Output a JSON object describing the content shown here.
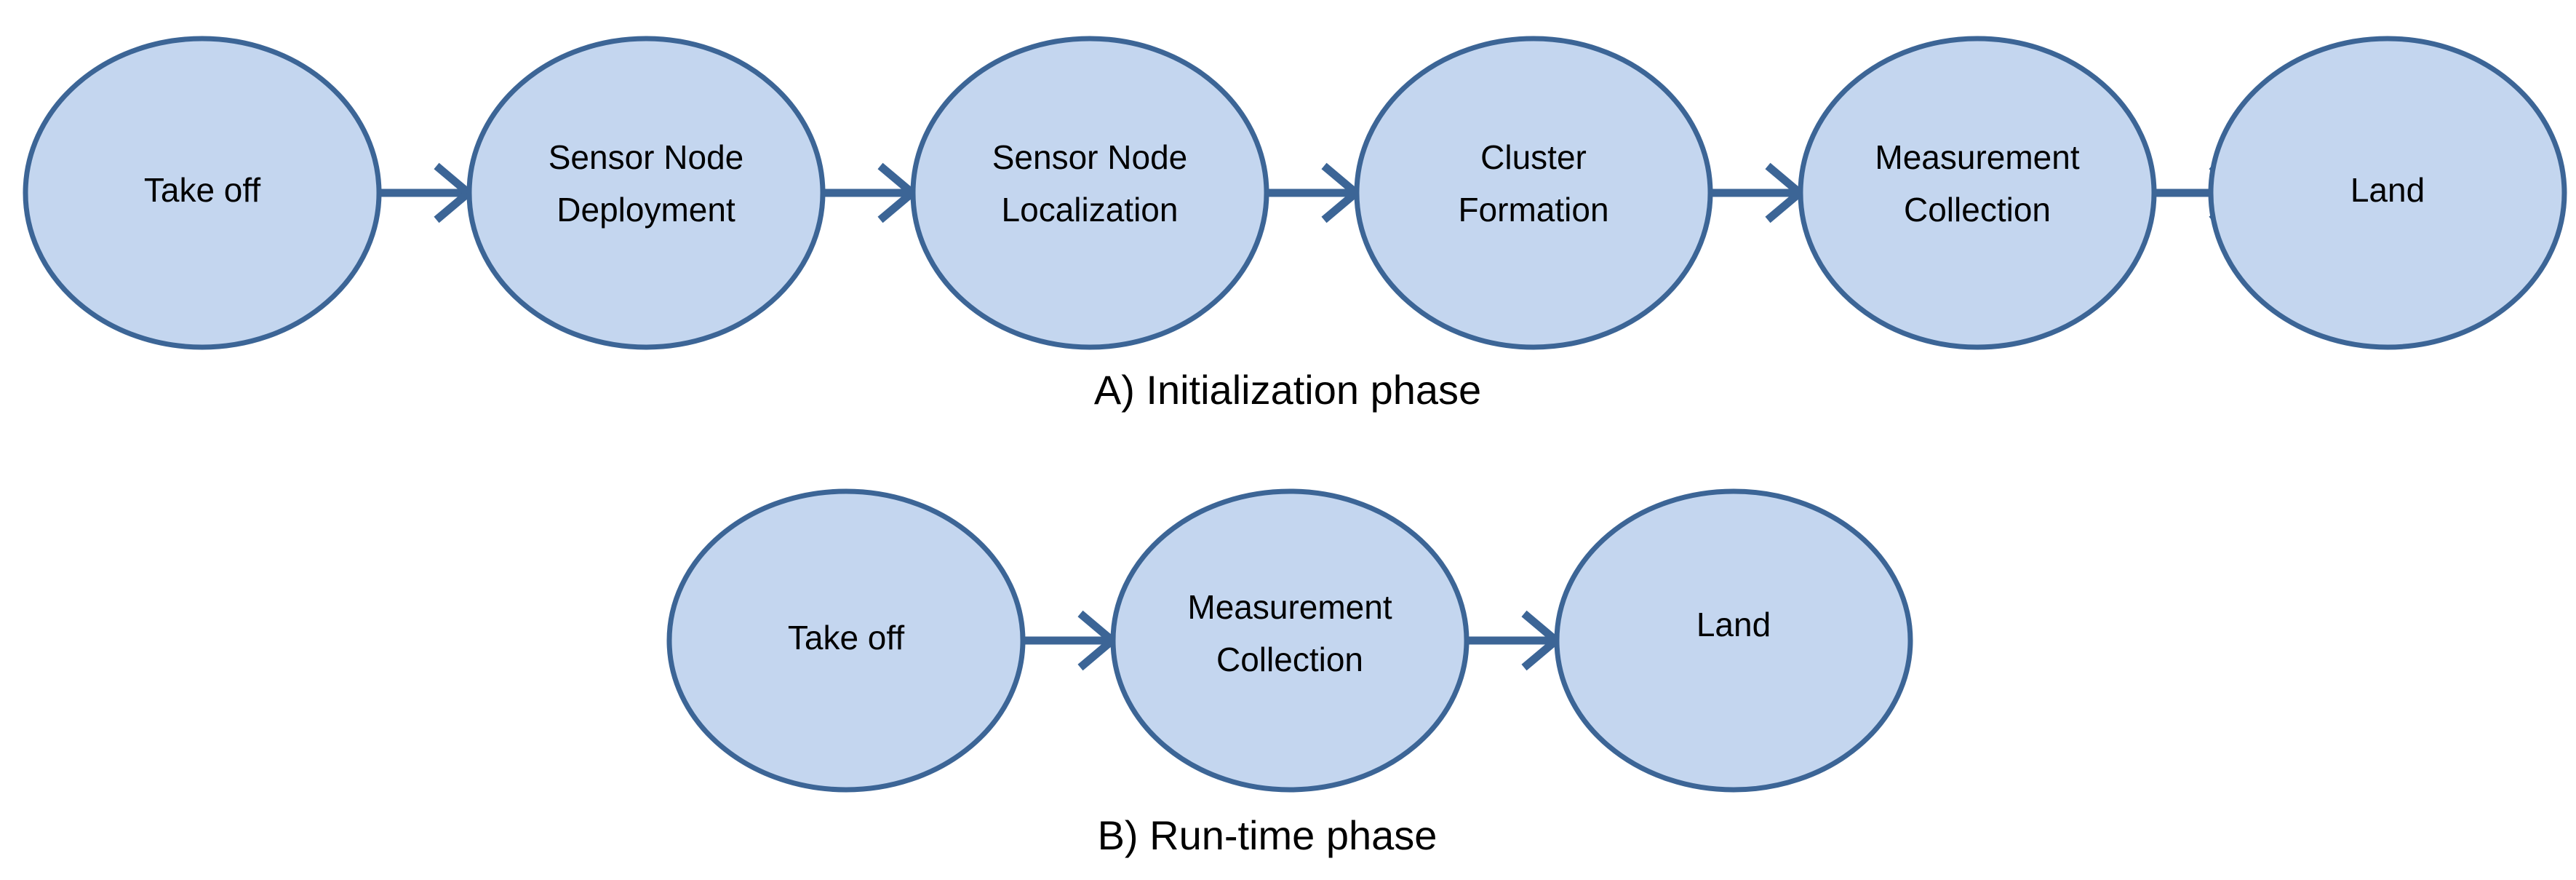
{
  "diagram": {
    "title": "UAV operation phases flowchart",
    "background_color": "#ffffff",
    "node_fill_color": "#c4d6ef",
    "node_stroke_color": "#3c6596",
    "arrow_color": "#3c6596",
    "text_color": "#000000",
    "phases": [
      {
        "id": "phase-a",
        "caption": "A) Initialization phase",
        "nodes": [
          {
            "label_line1": "Take off",
            "label_line2": ""
          },
          {
            "label_line1": "Sensor Node",
            "label_line2": "Deployment"
          },
          {
            "label_line1": "Sensor Node",
            "label_line2": "Localization"
          },
          {
            "label_line1": "Cluster",
            "label_line2": "Formation"
          },
          {
            "label_line1": "Measurement",
            "label_line2": "Collection"
          },
          {
            "label_line1": "Land",
            "label_line2": ""
          }
        ],
        "arrow_count": 5
      },
      {
        "id": "phase-b",
        "caption": "B) Run-time phase",
        "nodes": [
          {
            "label_line1": "Take off",
            "label_line2": ""
          },
          {
            "label_line1": "Measurement",
            "label_line2": "Collection"
          },
          {
            "label_line1": "Land",
            "label_line2": ""
          }
        ],
        "arrow_count": 2
      }
    ]
  }
}
